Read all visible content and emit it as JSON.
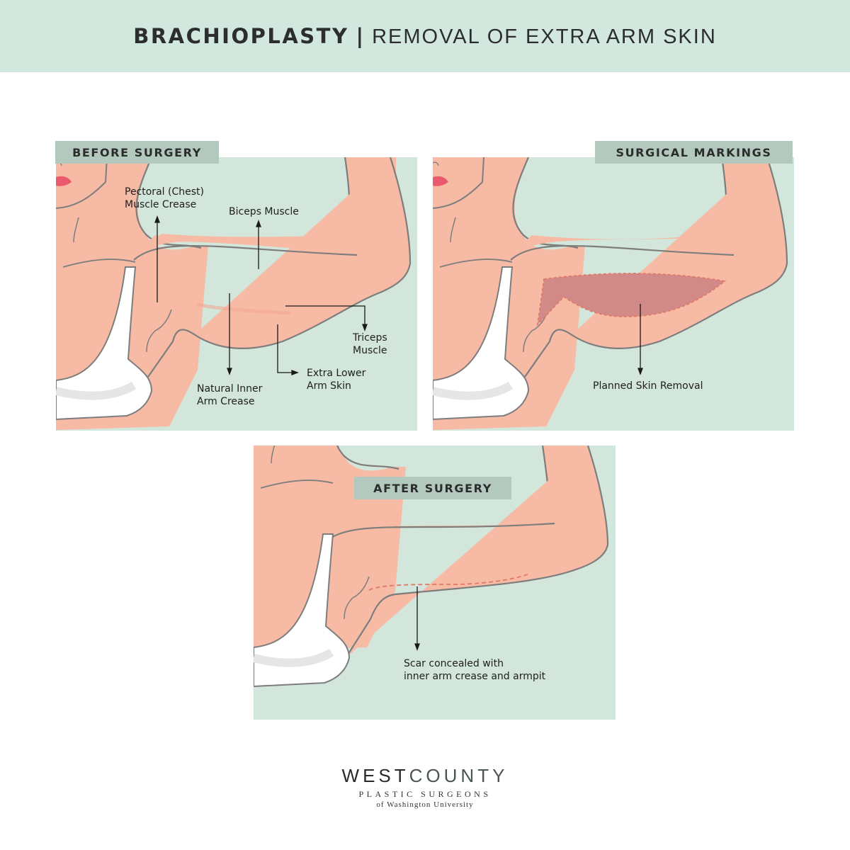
{
  "header": {
    "title_bold": "BRACHIOPLASTY",
    "separator": "|",
    "title_light": "REMOVAL OF EXTRA ARM SKIN",
    "background": "#d2e7dd"
  },
  "panels": [
    {
      "id": "before",
      "label": "BEFORE SURGERY",
      "annotations": [
        {
          "line1": "Pectoral (Chest)",
          "line2": "Muscle Crease"
        },
        {
          "line1": "Biceps Muscle"
        },
        {
          "line1": "Triceps",
          "line2": "Muscle"
        },
        {
          "line1": "Extra Lower",
          "line2": "Arm Skin"
        },
        {
          "line1": "Natural Inner",
          "line2": "Arm Crease"
        }
      ]
    },
    {
      "id": "markings",
      "label": "SURGICAL MARKINGS",
      "annotations": [
        {
          "line1": "Planned Skin Removal"
        }
      ]
    },
    {
      "id": "after",
      "label": "AFTER SURGERY",
      "annotations": [
        {
          "line1": "Scar concealed with",
          "line2": "inner arm crease and armpit"
        }
      ]
    }
  ],
  "colors": {
    "panel_bg": "#d2e6db",
    "label_bg": "#b3c9bd",
    "skin": "#f7bba5",
    "outline": "#7d7d7d",
    "lips": "#ea5a6e",
    "removal_area": "#d28a88",
    "dash": "#e07a66"
  },
  "footer": {
    "logo_west": "WEST",
    "logo_county": "COUNTY",
    "logo_line2": "PLASTIC SURGEONS",
    "logo_line3": "of Washington University"
  }
}
